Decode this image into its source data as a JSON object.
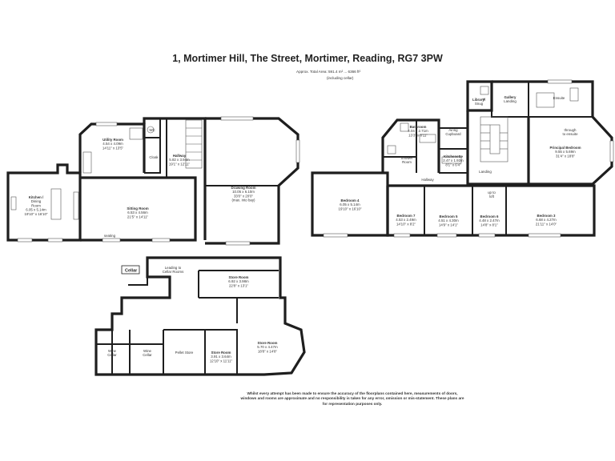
{
  "title": "1, Mortimer Hill, The Street, Mortimer, Reading, RG7 3PW",
  "area_text": "Approx. Total Area: 591.4 m² ... 6366 ft²",
  "cellar_note": "(including cellar)",
  "cellar_tag": "Cellar",
  "disclaimer": "Whilst every attempt has been made to ensure the accuracy of the floorplans contained here, measurements of doors, windows and rooms are approximate and no responsibility is taken for any error, omission or mis-statement. These plans are for representation purposes only.",
  "rooms": [
    {
      "id": "kitchen",
      "lines": [
        "Kitchen /",
        "Dining",
        "Room",
        "6.05 x 5.14m",
        "19'10\" x 16'10\""
      ]
    },
    {
      "id": "utility",
      "lines": [
        "Utility Room",
        "4.54 x 4.09m",
        "14'11\" x 13'5\""
      ]
    },
    {
      "id": "wc",
      "lines": [
        "WC"
      ]
    },
    {
      "id": "cloak",
      "lines": [
        "Cloak"
      ]
    },
    {
      "id": "hallway_g",
      "lines": [
        "Hallway",
        "5.82 x 3.94m",
        "19'1\" x 12'11\""
      ]
    },
    {
      "id": "sitting",
      "lines": [
        "Sitting Room",
        "6.53 x 4.56m",
        "21'5\" x 14'11\""
      ]
    },
    {
      "id": "seating",
      "lines": [
        "seating"
      ]
    },
    {
      "id": "drawing",
      "lines": [
        "Drawing Room",
        "10.05 x 6.10m",
        "33'0\" x 20'0\"",
        "(max. into bay)"
      ]
    },
    {
      "id": "bedroom4",
      "lines": [
        "Bedroom 4",
        "6.05 x 5.14m",
        "19'10\" x 16'10\""
      ]
    },
    {
      "id": "bathroom",
      "lines": [
        "Bathroom",
        "4.04 x 2.71m",
        "13'3\" x 8'11\""
      ]
    },
    {
      "id": "shower",
      "lines": [
        "Shower",
        "Room"
      ]
    },
    {
      "id": "airing",
      "lines": [
        "Airing",
        "Cupboard"
      ]
    },
    {
      "id": "kitchenette",
      "lines": [
        "Kitchenette",
        "2.47 x 1.92m",
        "8'1\" x 6'4\""
      ]
    },
    {
      "id": "library",
      "lines": [
        "Library/",
        "Snug"
      ]
    },
    {
      "id": "gallery",
      "lines": [
        "Gallery",
        "Landing"
      ]
    },
    {
      "id": "ensuite",
      "lines": [
        "Ensuite"
      ]
    },
    {
      "id": "through",
      "lines": [
        "through",
        "to ensuite"
      ]
    },
    {
      "id": "principal",
      "lines": [
        "Principal Bedroom",
        "9.55 x 5.69m",
        "31'4\" x 18'8\""
      ]
    },
    {
      "id": "landing",
      "lines": [
        "Landing"
      ]
    },
    {
      "id": "hallway_f",
      "lines": [
        "Hallway"
      ]
    },
    {
      "id": "bedroom7",
      "lines": [
        "Bedroom 7",
        "4.53 x 2.49m",
        "14'10\" x 8'2\""
      ]
    },
    {
      "id": "bedroom5",
      "lines": [
        "Bedroom 5",
        "4.51 x 4.30m",
        "14'9\" x 14'1\""
      ]
    },
    {
      "id": "bedroom6",
      "lines": [
        "Bedroom 6",
        "4.48 x 2.47m",
        "14'8\" x 8'1\""
      ]
    },
    {
      "id": "bedroom3",
      "lines": [
        "Bedroom 3",
        "6.68 x 4.27m",
        "21'11\" x 14'0\""
      ]
    },
    {
      "id": "upto",
      "lines": [
        "up to",
        "loft"
      ]
    },
    {
      "id": "leading",
      "lines": [
        "Leading to",
        "Cellar Rooms"
      ]
    },
    {
      "id": "storeroom1",
      "lines": [
        "Store Room",
        "6.92 x 3.98m",
        "22'8\" x 13'1\""
      ]
    },
    {
      "id": "storeroom2",
      "lines": [
        "Store Room",
        "5.70 x 4.47m",
        "18'8\" x 14'8\""
      ]
    },
    {
      "id": "storeroom3",
      "lines": [
        "Store Room",
        "3.91 x 3.64m",
        "12'10\" x 11'11\""
      ]
    },
    {
      "id": "pellet",
      "lines": [
        "Pellet Store"
      ]
    },
    {
      "id": "wine1",
      "lines": [
        "Wine",
        "Cellar"
      ]
    },
    {
      "id": "wine2",
      "lines": [
        "Wine",
        "Cellar"
      ]
    }
  ]
}
